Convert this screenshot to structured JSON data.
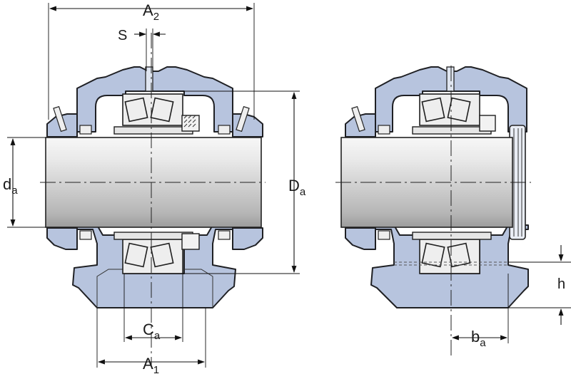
{
  "figure": "Plummer block housing – mounting dimensions",
  "labels": {
    "A2": {
      "main": "A",
      "sub": "2"
    },
    "S": {
      "main": "S",
      "sub": ""
    },
    "da": {
      "main": "d",
      "sub": "a"
    },
    "Da": {
      "main": "D",
      "sub": "a"
    },
    "Ca": {
      "main": "C",
      "sub": "a"
    },
    "A1": {
      "main": "A",
      "sub": "1"
    },
    "ba": {
      "main": "b",
      "sub": "a"
    },
    "h": {
      "main": "h",
      "sub": ""
    }
  },
  "colors": {
    "housing": "#b7c4de",
    "outline": "#1f2024",
    "shaft_light": "#f4f4f4",
    "shaft_dark": "#9a9a9a"
  }
}
